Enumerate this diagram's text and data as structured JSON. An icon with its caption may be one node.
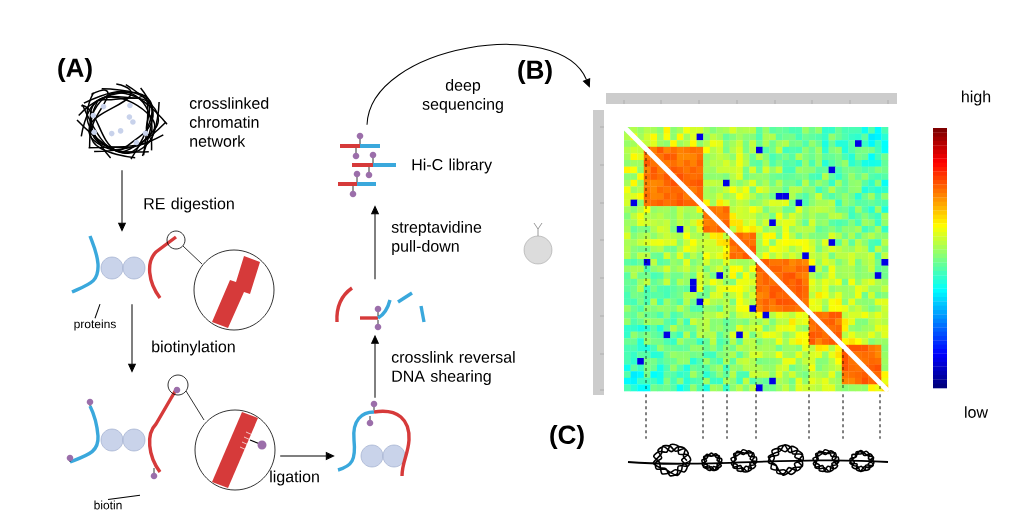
{
  "diagram": {
    "nodes": [
      {
        "text": [],
        "shape": "picture",
        "beside": [
          "crosslinked chromatin network"
        ]
      },
      {
        "text": [],
        "shape": "picture"
      },
      {
        "text": [
          "proteins"
        ]
      },
      {
        "text": [],
        "shape": "picture"
      },
      {
        "text": [
          "biotin"
        ]
      },
      {
        "text": [],
        "shape": "picture"
      },
      {
        "text": [],
        "shape": "picture"
      },
      {
        "text": [],
        "shape": "picture",
        "beside": [
          "Hi-C library"
        ]
      },
      {
        "text": [],
        "shape": "picture"
      },
      {
        "text": [],
        "shape": "picture"
      }
    ],
    "edges": [
      {
        "from": 0,
        "to": 1,
        "arrow": "to",
        "label": "RE digestion"
      },
      {
        "from": 2,
        "to": 1,
        "arrow": "none"
      },
      {
        "from": 1,
        "to": 3,
        "arrow": "to",
        "label": "biotinylation"
      },
      {
        "from": 4,
        "to": 3,
        "arrow": "none"
      },
      {
        "from": 3,
        "to": 5,
        "arrow": "to",
        "label": "ligation"
      },
      {
        "from": 5,
        "to": 6,
        "arrow": "to",
        "label": "crosslink reversal DNA shearing"
      },
      {
        "from": 6,
        "to": 7,
        "arrow": "to",
        "label": "streptavidine pull-down"
      },
      {
        "from": 7,
        "to": 8,
        "arrow": "to",
        "label": "deep sequencing"
      },
      {
        "from": 8,
        "to": 9,
        "arrow": "none",
        "style": "dashed"
      },
      {
        "from": 8,
        "to": 9,
        "arrow": "none",
        "style": "dashed"
      },
      {
        "from": 8,
        "to": 9,
        "arrow": "none",
        "style": "dashed"
      },
      {
        "from": 8,
        "to": 9,
        "arrow": "none",
        "style": "dashed"
      },
      {
        "from": 8,
        "to": 9,
        "arrow": "none",
        "style": "dashed"
      },
      {
        "from": 8,
        "to": 9,
        "arrow": "none",
        "style": "dashed"
      },
      {
        "from": 8,
        "to": 9,
        "arrow": "none",
        "style": "dashed"
      }
    ],
    "labels": [
      "(A)",
      "(B)",
      "high",
      "low",
      "(C)"
    ]
  }
}
